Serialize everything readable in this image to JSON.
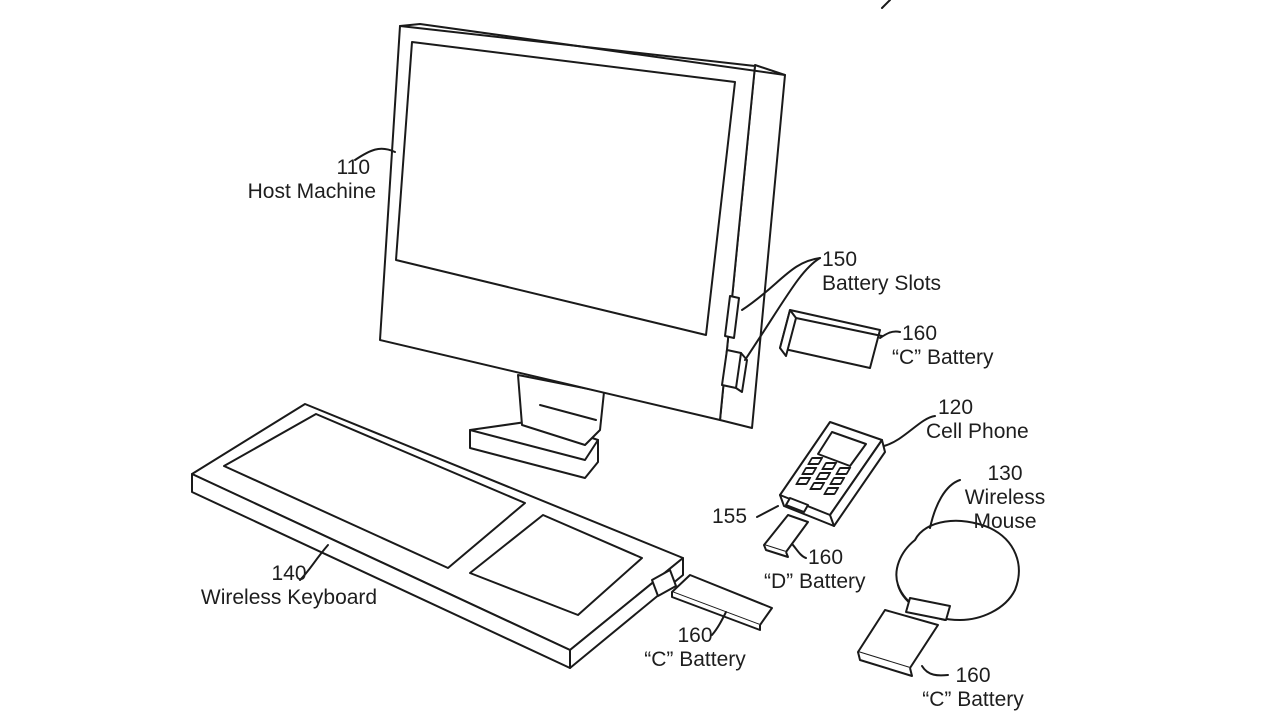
{
  "colors": {
    "ink": "#1a1a1a",
    "background": "#ffffff"
  },
  "labels": {
    "host_machine": {
      "number": "110",
      "text": "Host Machine"
    },
    "battery_slots": {
      "number": "150",
      "text": "Battery Slots"
    },
    "c_battery_slot": {
      "number": "160",
      "text": "“C” Battery"
    },
    "cell_phone": {
      "number": "120",
      "text": "Cell Phone"
    },
    "wireless_mouse": {
      "number": "130",
      "text_line1": "Wireless",
      "text_line2": "Mouse"
    },
    "phone_slot": {
      "number": "155"
    },
    "d_battery": {
      "number": "160",
      "text": "“D” Battery"
    },
    "wireless_keyboard": {
      "number": "140",
      "text": "Wireless Keyboard"
    },
    "c_battery_keyboard": {
      "number": "160",
      "text": "“C” Battery"
    },
    "c_battery_mouse": {
      "number": "160",
      "text": "“C” Battery"
    }
  }
}
